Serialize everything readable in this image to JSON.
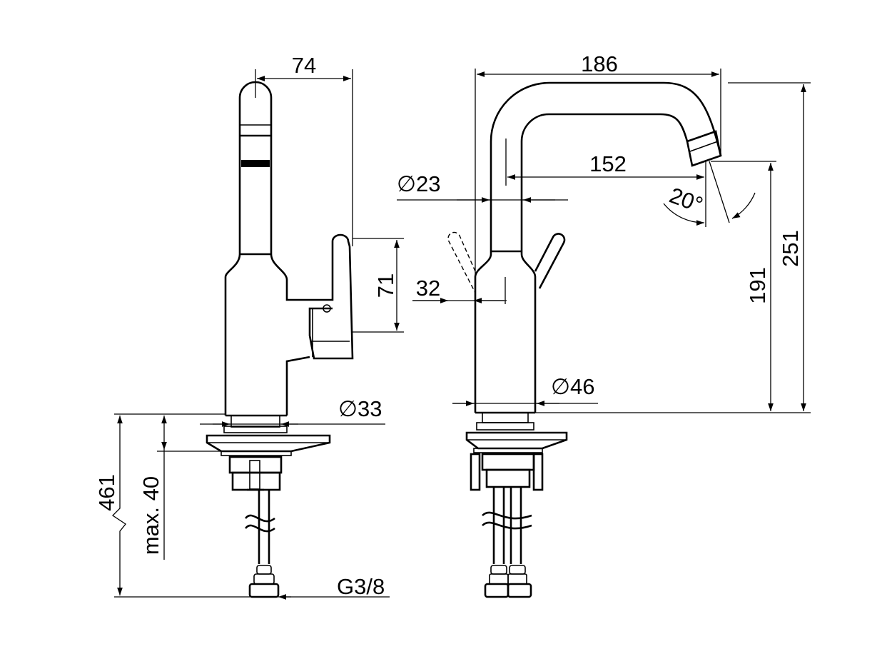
{
  "dimensions": {
    "side_width": "74",
    "handle_height": "71",
    "base_diameter": "∅33",
    "total_length": "461",
    "deck_thickness": "max. 40",
    "connection": "G3/8",
    "spout_reach": "186",
    "spout_to_body": "152",
    "spout_diameter": "∅23",
    "spout_angle": "20°",
    "outlet_height": "191",
    "total_height": "251",
    "lever_offset": "32",
    "body_diameter": "∅46"
  },
  "colors": {
    "line": "#000000",
    "background": "#ffffff"
  }
}
